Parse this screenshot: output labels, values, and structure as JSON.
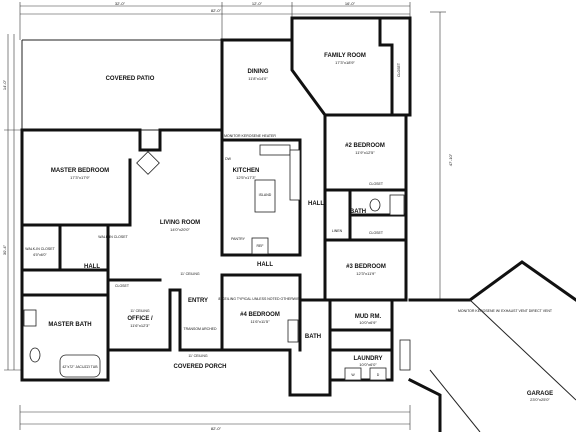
{
  "rooms": {
    "family_room": {
      "label": "FAMILY ROOM",
      "dim": "17'3\"x18'9\""
    },
    "covered_patio": {
      "label": "COVERED PATIO",
      "dim": ""
    },
    "dining": {
      "label": "DINING",
      "dim": "11'8\"x14'0\""
    },
    "bedroom2": {
      "label": "#2 BEDROOM",
      "dim": "11'9\"x12'5\""
    },
    "master_bedroom": {
      "label": "MASTER BEDROOM",
      "dim": "17'3\"x17'9\""
    },
    "kitchen": {
      "label": "KITCHEN",
      "dim": "12'5\"x17'3\""
    },
    "living_room": {
      "label": "LIVING ROOM",
      "dim": "14'0\"x20'0\""
    },
    "hall_center": {
      "label": "HALL",
      "dim": ""
    },
    "hall_right": {
      "label": "HALL",
      "dim": ""
    },
    "hall_left": {
      "label": "HALL",
      "dim": ""
    },
    "bath_right": {
      "label": "BATH",
      "dim": ""
    },
    "bedroom3": {
      "label": "#3 BEDROOM",
      "dim": "12'3\"x11'9\""
    },
    "walkin_closet_1": {
      "label": "WALK-IN CLOSET",
      "dim": "6'0\"x6'0\""
    },
    "walkin_closet_2": {
      "label": "WALK-IN CLOSET",
      "dim": ""
    },
    "office": {
      "label": "OFFICE /",
      "dim": "11'6\"x12'3\""
    },
    "entry": {
      "label": "ENTRY",
      "dim": ""
    },
    "bedroom4": {
      "label": "#4 BEDROOM",
      "dim": "11'6\"x11'5\""
    },
    "bath_center": {
      "label": "BATH",
      "dim": ""
    },
    "mud_rm": {
      "label": "MUD RM.",
      "dim": "10'0\"x6'9\""
    },
    "laundry": {
      "label": "LAUNDRY",
      "dim": "10'0\"x6'0\""
    },
    "master_bath": {
      "label": "MASTER BATH",
      "dim": ""
    },
    "covered_porch": {
      "label": "COVERED PORCH",
      "dim": ""
    },
    "garage": {
      "label": "GARAGE",
      "dim": "23'0\"x25'0\""
    },
    "pantry": {
      "label": "PANTRY",
      "dim": ""
    },
    "closet_a": {
      "label": "CLOSET",
      "dim": ""
    },
    "closet_b": {
      "label": "CLOSET",
      "dim": ""
    },
    "closet_c": {
      "label": "CLOSET",
      "dim": ""
    },
    "linen": {
      "label": "LINEN",
      "dim": ""
    },
    "closet_d": {
      "label": "CLOSET",
      "dim": ""
    }
  },
  "notes": {
    "monitor_heater": "MONITOR KEROSENE HEATER",
    "ceiling_11": "11' CEILING",
    "ceiling_typical": "8' CEILING TYPICAL UNLESS NOTED OTHERWISE",
    "ceiling_office": "11' CEILING",
    "ceiling_entry": "11' CEILING",
    "transom": "TRANSOM ARCHED",
    "tub": "42\"x72\" JACUZZI TUB",
    "monitor_vent": "MONITOR KEROSENE W/ EXHAUST VENT DIRECT VENT",
    "island": "ISLAND",
    "ref": "REF",
    "dw": "DW",
    "w": "W",
    "d": "D"
  },
  "dimensions": {
    "top_overall": "82'-0\"",
    "top_seg1": "32'-0\"",
    "top_seg2": "12'-0\"",
    "top_seg3": "16'-0\"",
    "bottom_overall": "82'-0\"",
    "right_overall": "47'-10\"",
    "left_overall": "30'-4\"",
    "left_seg": "14'-0\""
  }
}
